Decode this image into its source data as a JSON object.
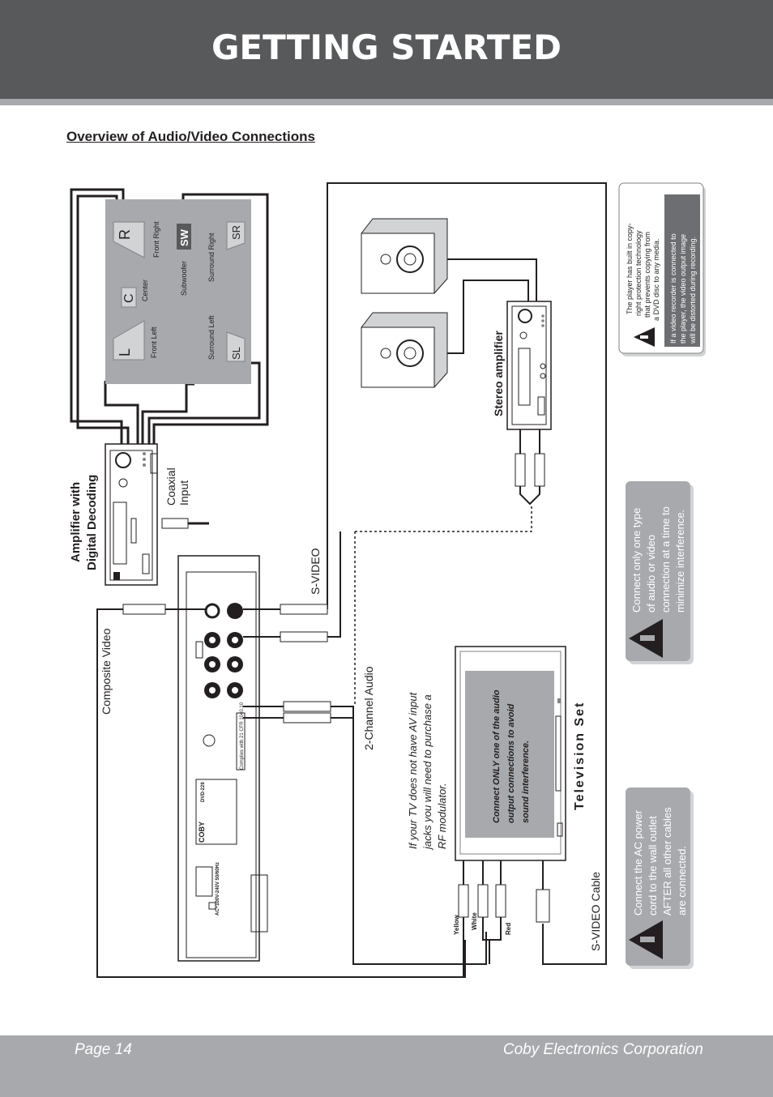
{
  "header": {
    "title": "GETTING STARTED"
  },
  "section": {
    "title": "Overview of Audio/Video Connections"
  },
  "footer": {
    "page": "Page 14",
    "company": "Coby Electronics Corporation"
  },
  "amplifier": {
    "title_line1": "Amplifier with",
    "title_line2": "Digital Decoding",
    "coaxial_line1": "Coaxial",
    "coaxial_line2": "Input"
  },
  "speakers": {
    "front_left": {
      "letter": "L",
      "label": "Front Left"
    },
    "center": {
      "letter": "C",
      "label": "Center"
    },
    "front_right": {
      "letter": "R",
      "label": "Front Right"
    },
    "subwoofer": {
      "letter": "SW",
      "label": "Subwoofer"
    },
    "surround_left": {
      "letter": "SL",
      "label": "Surround Left"
    },
    "surround_right": {
      "letter": "SR",
      "label": "Surround Right"
    }
  },
  "stereo": {
    "title": "Stereo amplifier"
  },
  "labels": {
    "composite_video": "Composite Video",
    "s_video": "S-VIDEO",
    "two_channel_audio": "2-Channel Audio",
    "s_video_cable": "S-VIDEO Cable",
    "yellow": "Yellow",
    "white": "White",
    "red": "Red",
    "rf_line1": "If your TV does not have AV input",
    "rf_line2": "jacks you will need to purchase a",
    "rf_line3": "RF modulator."
  },
  "tv": {
    "title": "Television Set",
    "screen_line1": "Connect ONLY one of the audio",
    "screen_line2": "output connections to avoid",
    "screen_line3": "sound interference."
  },
  "notes": {
    "copy_line1": "The player has built in copy-",
    "copy_line2": "right protection technology",
    "copy_line3": "that prevents copying from",
    "copy_line4": "a DVD disc to any media.",
    "vcr_line1": "If a video recorder is connected to",
    "vcr_line2": "the player, the video output image",
    "vcr_line3": "will be distorted during recording.",
    "one_line1": "Connect only one type",
    "one_line2": "of audio or video",
    "one_line3": "connection at a time to",
    "one_line4": "minimize interference.",
    "ac_line1": "Connect the AC power",
    "ac_line2": "cord  to  the  wall  outlet",
    "ac_line3": "AFTER all other cables",
    "ac_line4": "are connected."
  },
  "player": {
    "brand": "COBY",
    "model": "DVD-229",
    "power": "AC~100V-240V 50/60Hz",
    "complies": "Complies with 21 CFR 1040.10"
  },
  "colors": {
    "header": "#58595b",
    "stripe": "#a7a9ac",
    "panel": "#a7a9ac",
    "note_box": "#6d6e71"
  }
}
